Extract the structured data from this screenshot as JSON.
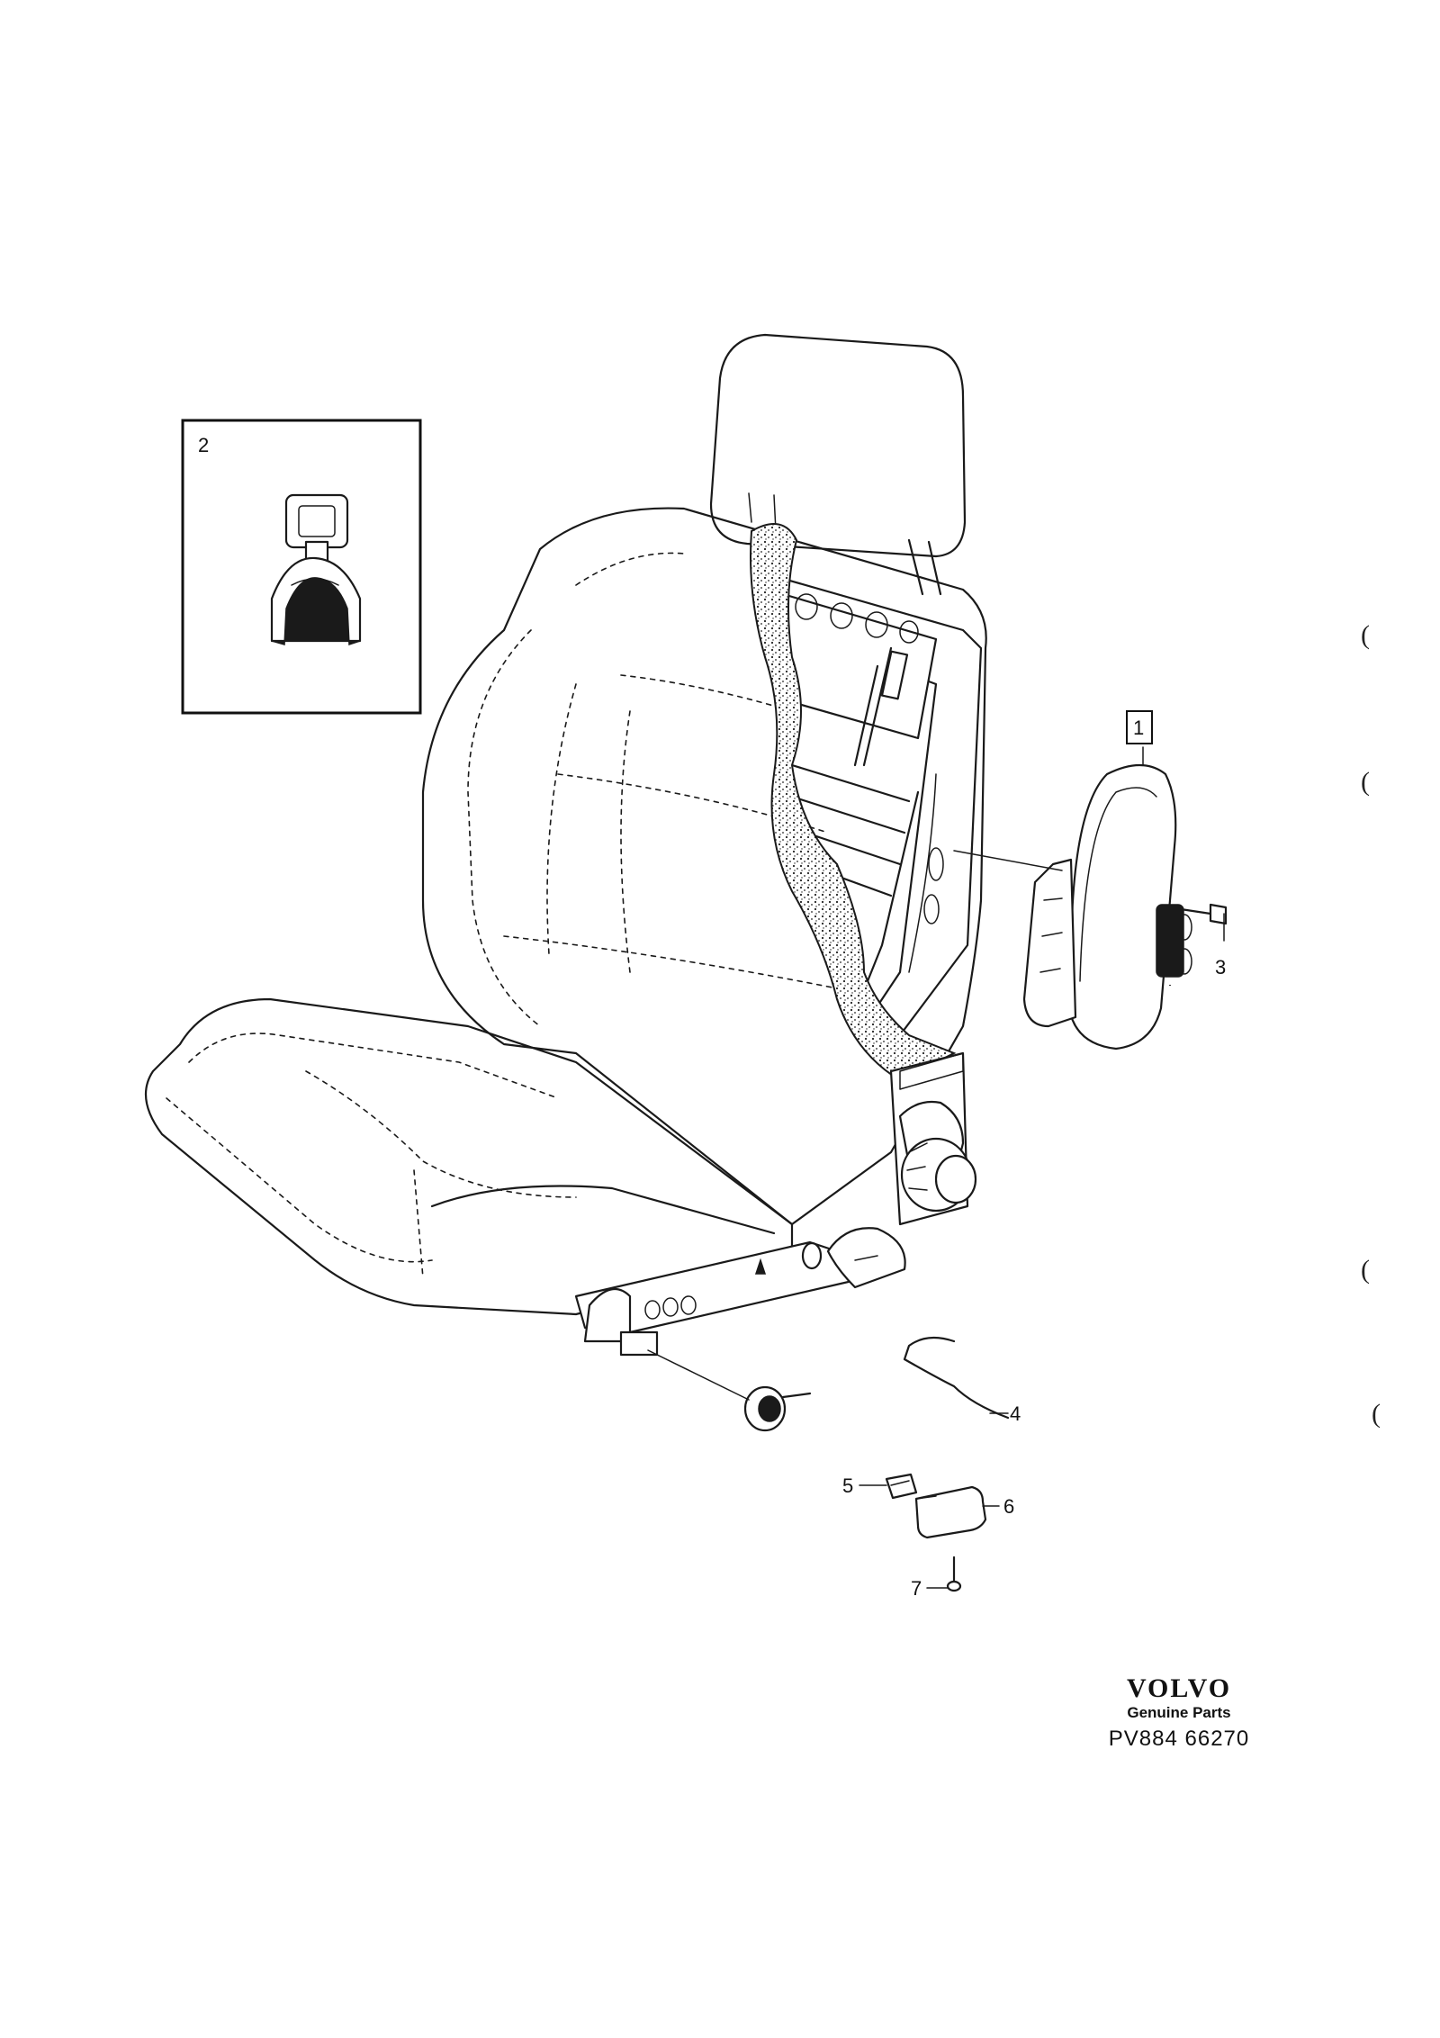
{
  "inset": {
    "label": "2"
  },
  "callouts": {
    "part1": "1",
    "part3": "3",
    "part4": "4",
    "part5": "5",
    "part6": "6",
    "part7": "7"
  },
  "margin_marks": [
    "(",
    "(",
    "(",
    "("
  ],
  "branding": {
    "name": "VOLVO",
    "tagline": "Genuine Parts",
    "reference": "PV884 66270"
  }
}
